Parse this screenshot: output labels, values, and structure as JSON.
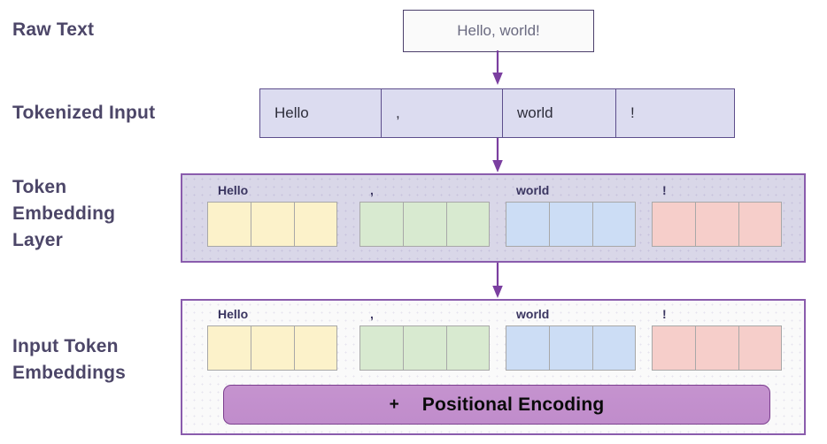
{
  "accent": {
    "label_text": "#4c4668",
    "panel_border": "#8a5cad",
    "arrow": "#7b3fa0",
    "token_row_bg": "#dcdcf0",
    "token_row_border": "#5d4e8c",
    "panel3_bg": "#d9d7e8",
    "panel4_bg": "#fafafa",
    "cell_yellow": "#fcf2ca",
    "cell_green": "#d8ead0",
    "cell_blue": "#ccddf5",
    "cell_pink": "#f6ceca",
    "pe_bar": "#c08ccb",
    "pe_bar_border": "#7c3f8f"
  },
  "rows": {
    "raw_text_label": "Raw Text",
    "tokenized_label": "Tokenized Input",
    "token_embedding_label": "Token\nEmbedding\nLayer",
    "input_embeddings_label": "Input Token\nEmbeddings"
  },
  "raw_text": {
    "value": "Hello, world!"
  },
  "tokenized": {
    "cells": [
      {
        "text": "Hello"
      },
      {
        "text": ","
      },
      {
        "text": "world"
      },
      {
        "text": "!"
      }
    ]
  },
  "token_embedding_layer": {
    "groups": [
      {
        "label": "Hello",
        "color": "yellow",
        "vector_length": 3
      },
      {
        "label": ",",
        "color": "green",
        "vector_length": 3
      },
      {
        "label": "world",
        "color": "blue",
        "vector_length": 3
      },
      {
        "label": "!",
        "color": "pink",
        "vector_length": 3
      }
    ]
  },
  "input_token_embeddings": {
    "groups": [
      {
        "label": "Hello",
        "color": "yellow",
        "vector_length": 3
      },
      {
        "label": ",",
        "color": "green",
        "vector_length": 3
      },
      {
        "label": "world",
        "color": "blue",
        "vector_length": 3
      },
      {
        "label": "!",
        "color": "pink",
        "vector_length": 3
      }
    ],
    "positional_encoding": {
      "plus": "+",
      "text": "Positional Encoding"
    }
  },
  "arrows": [
    {
      "name": "arrow-raw-to-tokenized"
    },
    {
      "name": "arrow-tokenized-to-embedding"
    },
    {
      "name": "arrow-embedding-to-input"
    }
  ]
}
